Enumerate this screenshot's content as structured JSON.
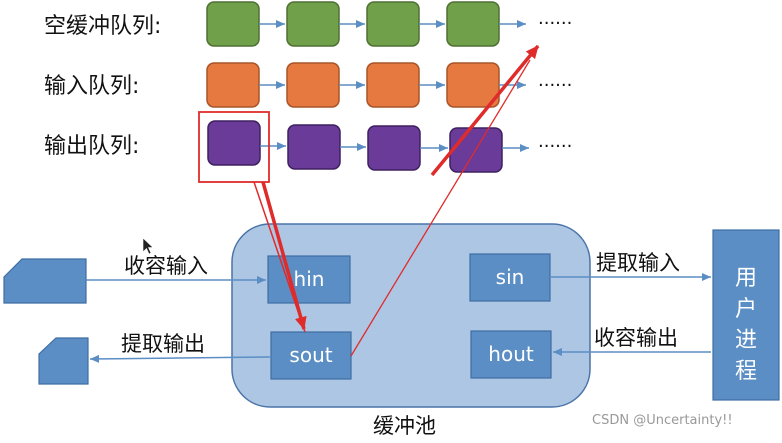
{
  "queues": [
    {
      "label": "空缓冲队列:",
      "color": "#70a14a",
      "ellipsis": "......"
    },
    {
      "label": "输入队列:",
      "color": "#e5793f",
      "ellipsis": "......"
    },
    {
      "label": "输出队列:",
      "color": "#6a3b98",
      "ellipsis": "......"
    }
  ],
  "buffer_pool": {
    "label": "缓冲池",
    "hin": "hin",
    "sout": "sout",
    "sin": "sin",
    "hout": "hout"
  },
  "arrows": {
    "collect_input": "收容输入",
    "extract_output": "提取输出",
    "extract_input": "提取输入",
    "collect_output": "收容输出"
  },
  "user_process": {
    "chars": [
      "用",
      "户",
      "进",
      "程"
    ]
  },
  "watermark": "CSDN @Uncertainty!!",
  "colors": {
    "pool_fill": "#adc6e4",
    "pool_stroke": "#4a74a8",
    "box_fill": "#5b8ec4",
    "box_stroke": "#3f6ea3",
    "arrow": "#5b8ec4",
    "red": "#e02b2b"
  }
}
